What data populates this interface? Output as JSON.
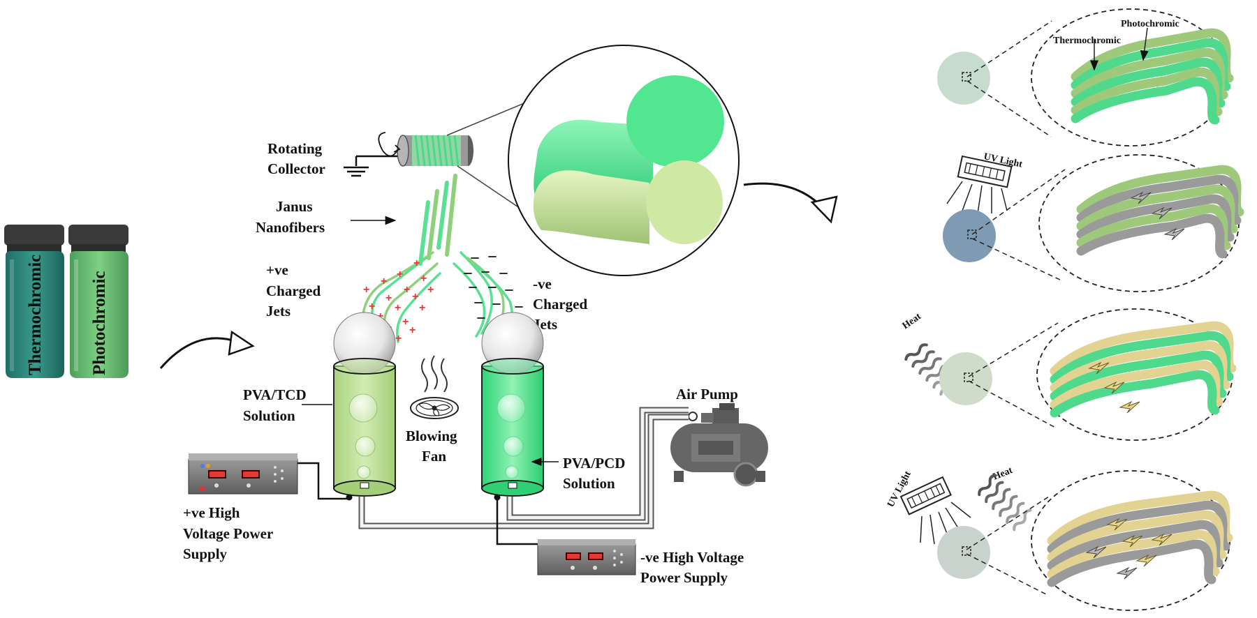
{
  "vials": {
    "thermo_label": "Thermochromic",
    "photo_label": "Photochromic"
  },
  "setup": {
    "rotating_collector": [
      "Rotating",
      "Collector"
    ],
    "janus_nanofibers": [
      "Janus",
      "Nanofibers"
    ],
    "pos_jets": [
      "+ve",
      "Charged",
      "Jets"
    ],
    "neg_jets": [
      "-ve",
      "Charged",
      "Jets"
    ],
    "pva_tcd": [
      "PVA/TCD",
      "Solution"
    ],
    "pva_pcd": [
      "PVA/PCD",
      "Solution"
    ],
    "blowing_fan": [
      "Blowing",
      "Fan"
    ],
    "air_pump": "Air Pump",
    "pos_supply": [
      "+ve High",
      "Voltage Power",
      "Supply"
    ],
    "neg_supply": [
      "-ve High Voltage",
      "Power Supply"
    ]
  },
  "states": {
    "thermochromic": "Thermochromic",
    "photochromic": "Photochromic",
    "uv_light": "UV Light",
    "heat": "Heat"
  },
  "colors": {
    "thermo_fiber": "#3fd08a",
    "photo_fiber": "#9ac777",
    "tcd_solution": "#b4d98e",
    "pcd_solution": "#49e48e",
    "uv_disc": "#7f9bb3",
    "yellow_fiber": "#e3d392",
    "gray_fiber": "#9a9a9a"
  }
}
